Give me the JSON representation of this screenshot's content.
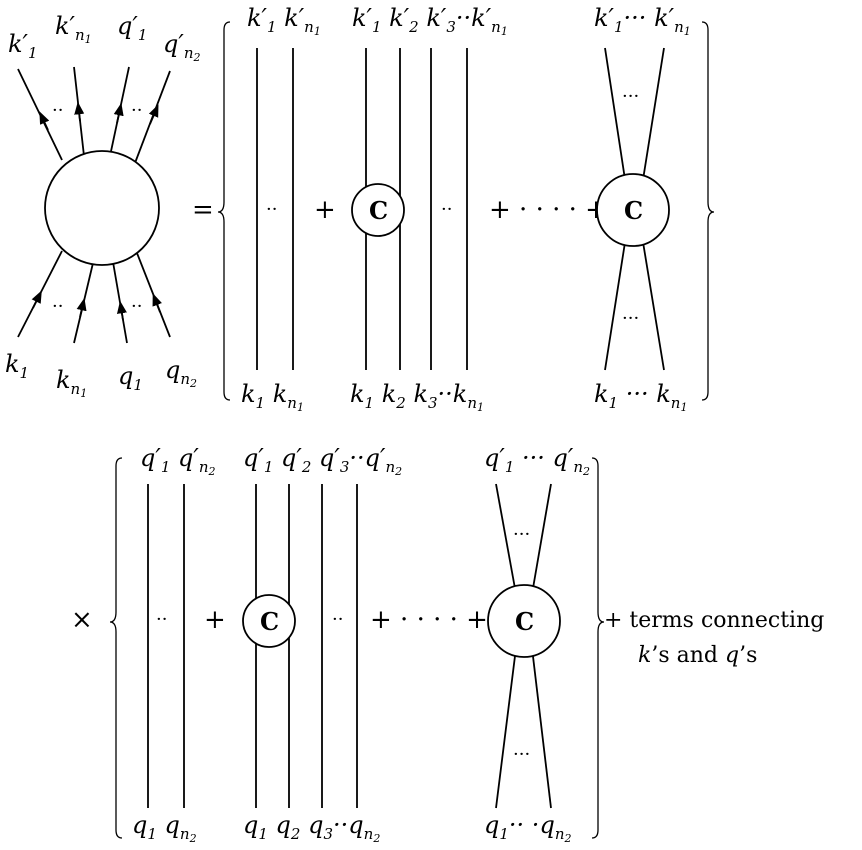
{
  "blob": {
    "out_labels": [
      "k'1",
      "k'n1",
      "q'1",
      "q'n2"
    ],
    "in_labels": [
      "k1",
      "kn1",
      "q1",
      "qn2"
    ]
  },
  "operators": {
    "equals": "=",
    "plus": "+",
    "plus_dots": "+ · · · · +",
    "times": "×",
    "dots_small": "··",
    "dots_fan": "···"
  },
  "circle_label": "C",
  "k_factor": {
    "term1_top": "k'1 k'n1",
    "term1_bottom": "k1 kn1",
    "term2_top": "k'1 k'2 k'3··k'n1",
    "term2_bottom": "k1 k2 k3··kn1",
    "term3_top": "k'1··· k'n1",
    "term3_bottom": "k1 ··· kn1"
  },
  "q_factor": {
    "term1_top": "q'1 q'n2",
    "term1_bottom": "q1 qn2",
    "term2_top": "q'1 q'2 q'3··q'n2",
    "term2_bottom": "q1 q2 q3··qn2",
    "term3_top": "q'1 ··· q'n2",
    "term3_bottom": "q1··  ·qn2"
  },
  "tail_text": {
    "line1": "+ terms connecting",
    "line2_k": "k",
    "line2_mid": "’s and ",
    "line2_q": "q",
    "line2_end": "’s"
  }
}
